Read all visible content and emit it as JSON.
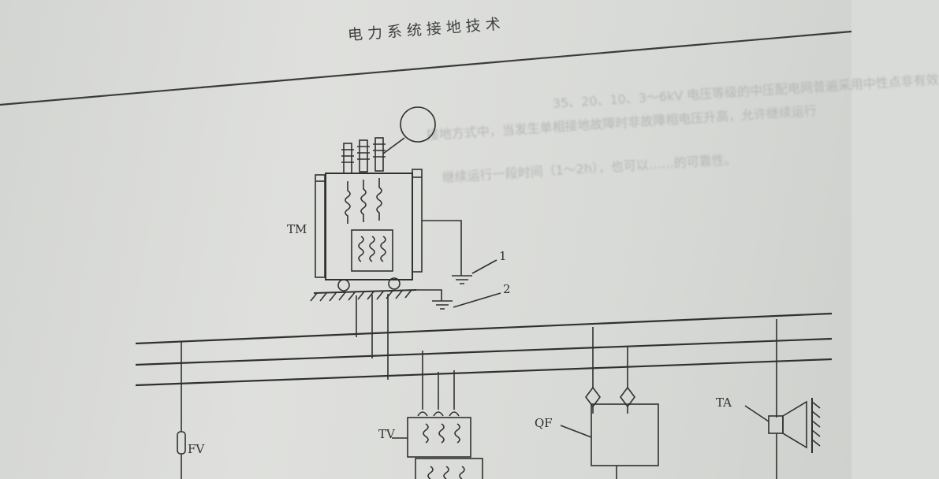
{
  "page": {
    "header_title": "电力系统接地技术",
    "background_text": [
      "35、20、10、3～6kV 电压等级的中压配电网普遍采用中性点非有效",
      "接地方式中，当发生单相接地故障时非故障相电压升高，允许继续运行",
      "继续运行一段时间（1～2h），也可以……的可靠性。"
    ]
  },
  "diagram": {
    "labels": {
      "transformer": "TM",
      "ground_1": "1",
      "ground_2": "2",
      "voltage_transformer": "TV",
      "circuit_breaker": "QF",
      "arrester": "FV",
      "current_transformer": "TA"
    }
  }
}
